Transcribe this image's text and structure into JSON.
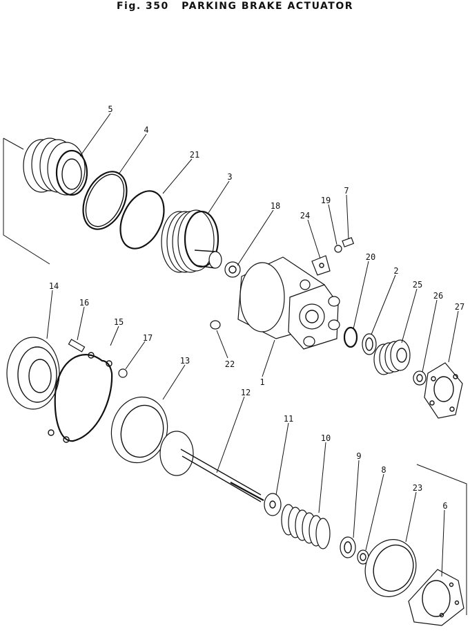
{
  "title": {
    "fig": "Fig. 350",
    "name": "PARKING BRAKE ACTUATOR"
  },
  "callouts": {
    "c1": "1",
    "c2": "2",
    "c3": "3",
    "c4": "4",
    "c5": "5",
    "c6": "6",
    "c7": "7",
    "c8": "8",
    "c9": "9",
    "c10": "10",
    "c11": "11",
    "c12": "12",
    "c13": "13",
    "c14": "14",
    "c15": "15",
    "c16": "16",
    "c17": "17",
    "c18": "18",
    "c19": "19",
    "c20": "20",
    "c21": "21",
    "c22": "22",
    "c23": "23",
    "c24": "24",
    "c25": "25",
    "c26": "26",
    "c27": "27"
  }
}
